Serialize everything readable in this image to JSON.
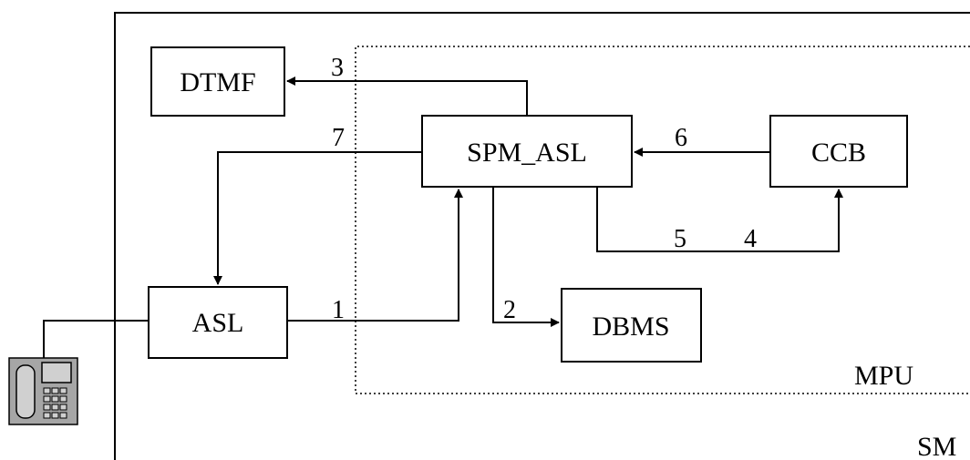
{
  "regions": {
    "sm_label": "SM",
    "mpu_label": "MPU"
  },
  "boxes": {
    "dtmf": "DTMF",
    "spm_asl": "SPM_ASL",
    "ccb": "CCB",
    "asl": "ASL",
    "dbms": "DBMS"
  },
  "flows": {
    "f1": "1",
    "f2": "2",
    "f3": "3",
    "f4": "4",
    "f5": "5",
    "f6": "6",
    "f7": "7"
  },
  "icons": {
    "telephone": "telephone-icon"
  },
  "colors": {
    "phone_body": "#a6a6a6",
    "stroke": "#000000"
  }
}
